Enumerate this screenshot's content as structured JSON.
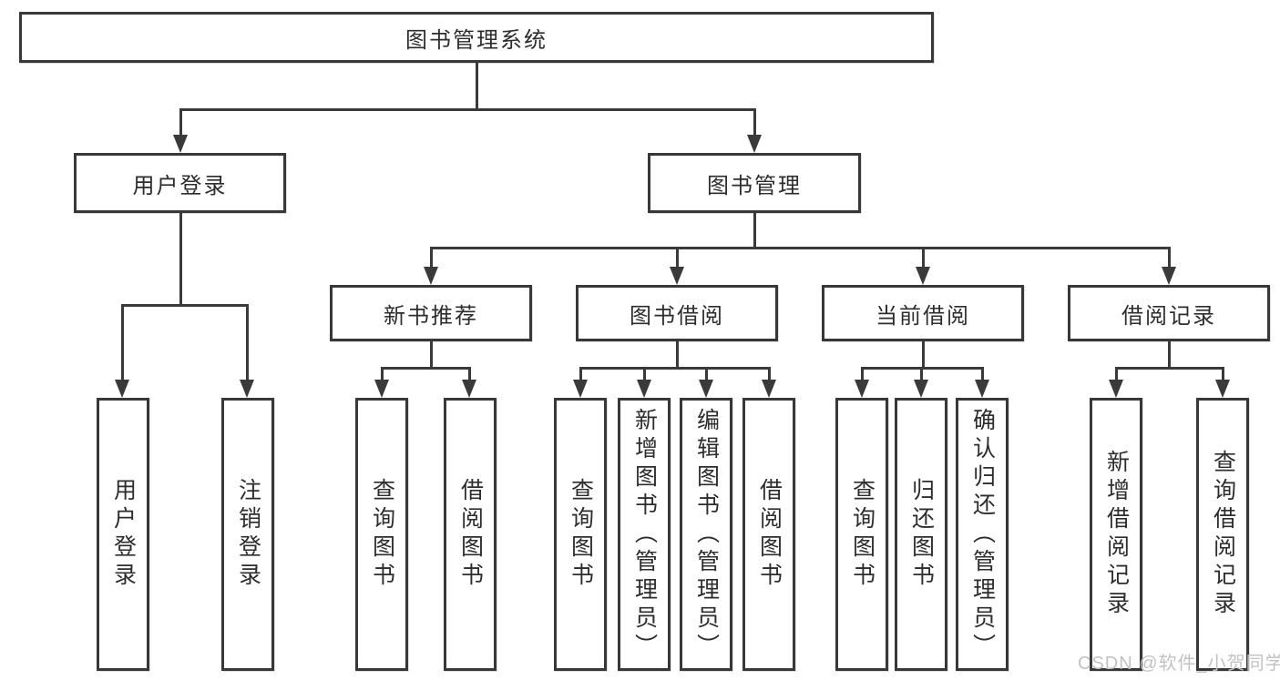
{
  "title": "图书管理系统",
  "watermark": "CSDN @软件_小贺同学",
  "colors": {
    "background": "#ffffff",
    "box_fill": "#ffffff",
    "box_border": "#383838",
    "line": "#3a3a3a",
    "text": "#2d2d2d",
    "watermark": "#c2c2c2"
  },
  "tree": {
    "label": "图书管理系统",
    "children": [
      {
        "label": "用户登录",
        "children": [
          {
            "label": "用户登录"
          },
          {
            "label": "注销登录"
          }
        ]
      },
      {
        "label": "图书管理",
        "children": [
          {
            "label": "新书推荐",
            "children": [
              {
                "label": "查询图书"
              },
              {
                "label": "借阅图书"
              }
            ]
          },
          {
            "label": "图书借阅",
            "children": [
              {
                "label": "查询图书"
              },
              {
                "label": "新增图书（管理员）"
              },
              {
                "label": "编辑图书（管理员）"
              },
              {
                "label": "借阅图书"
              }
            ]
          },
          {
            "label": "当前借阅",
            "children": [
              {
                "label": "查询图书"
              },
              {
                "label": "归还图书"
              },
              {
                "label": "确认归还（管理员）"
              }
            ]
          },
          {
            "label": "借阅记录",
            "children": [
              {
                "label": "新增借阅记录"
              },
              {
                "label": "查询借阅记录"
              }
            ]
          }
        ]
      }
    ]
  }
}
